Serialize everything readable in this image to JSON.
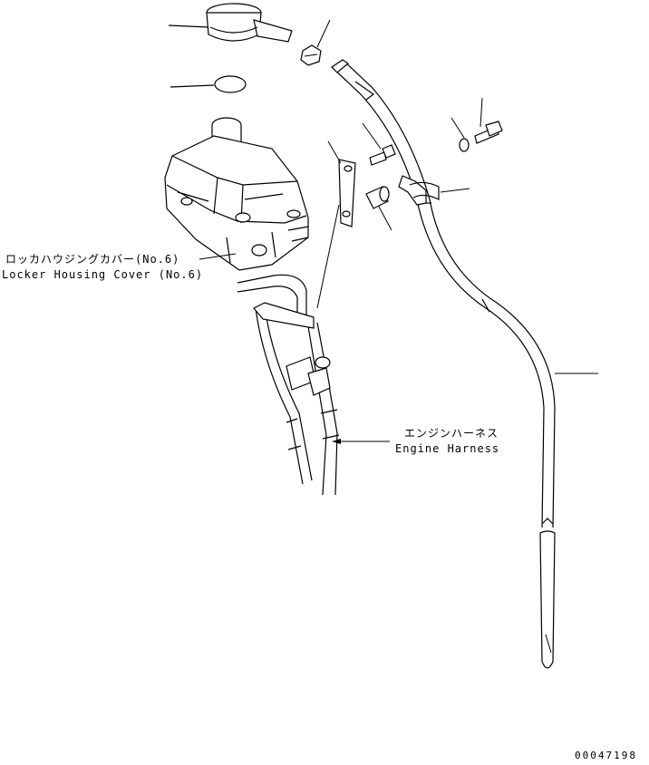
{
  "labels": {
    "locker_cover_jp": "ロッカハウジングカバー(No.6)",
    "locker_cover_en": "Locker Housing Cover (No.6)",
    "harness_jp": "エンジンハーネス",
    "harness_en": "Engine Harness"
  },
  "drawing_number": "00047198"
}
